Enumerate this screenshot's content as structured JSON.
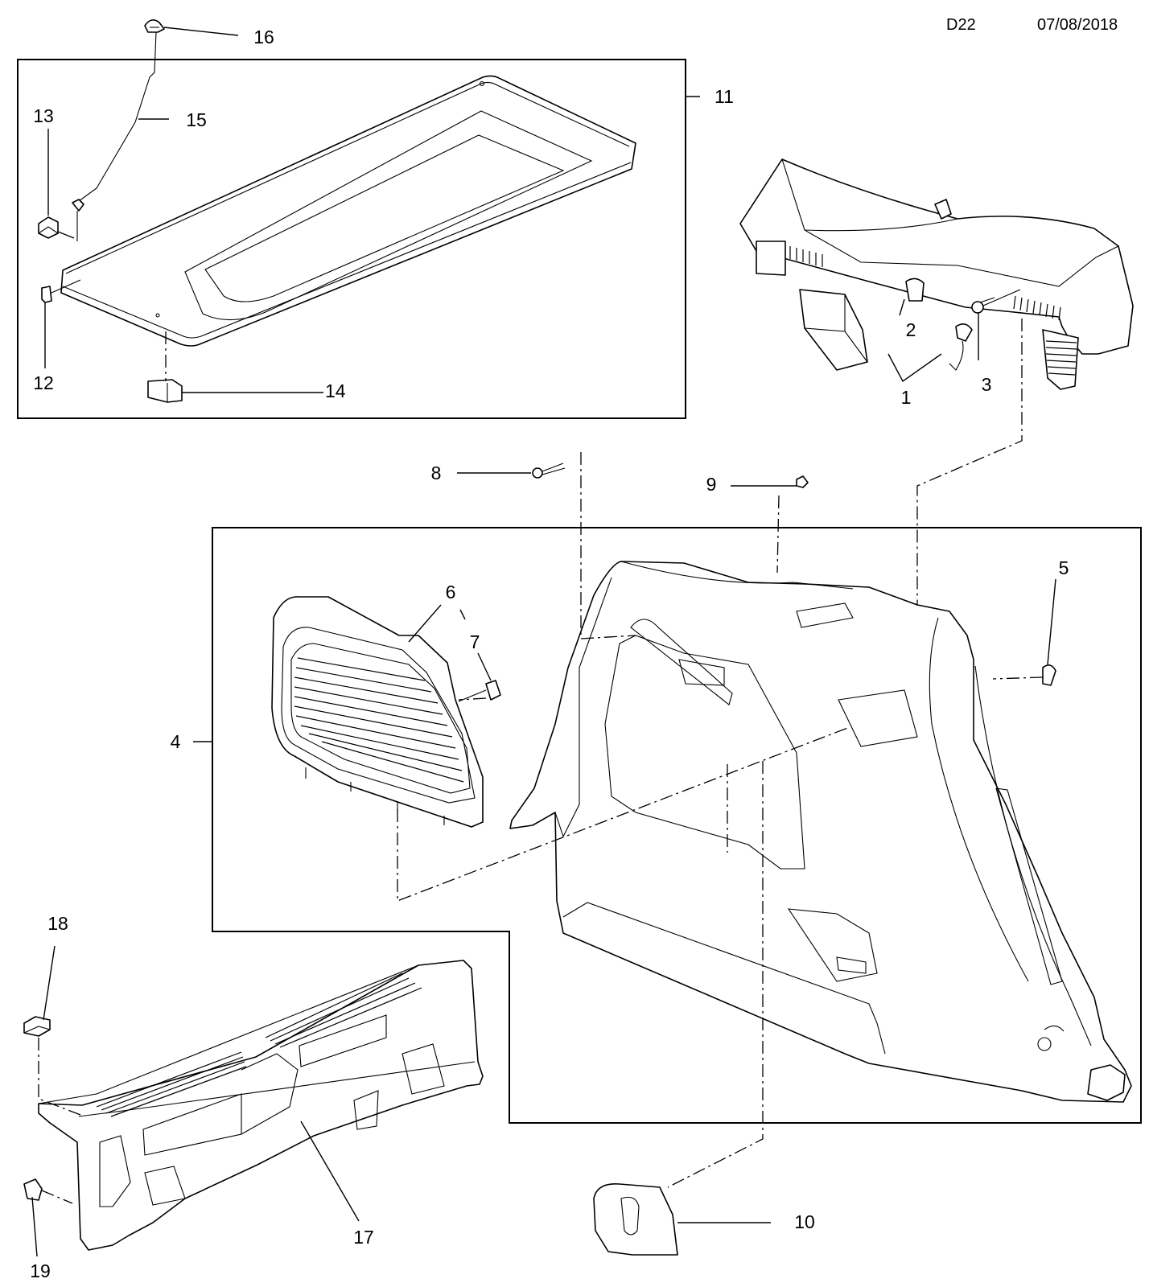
{
  "header": {
    "code": "D22",
    "date": "07/08/2018"
  },
  "callouts": {
    "c1": "1",
    "c2": "2",
    "c3": "3",
    "c4": "4",
    "c5": "5",
    "c6": "6",
    "c7": "7",
    "c8": "8",
    "c9": "9",
    "c10": "10",
    "c11": "11",
    "c12": "12",
    "c13": "13",
    "c14": "14",
    "c15": "15",
    "c16": "16",
    "c17": "17",
    "c18": "18",
    "c19": "19"
  }
}
